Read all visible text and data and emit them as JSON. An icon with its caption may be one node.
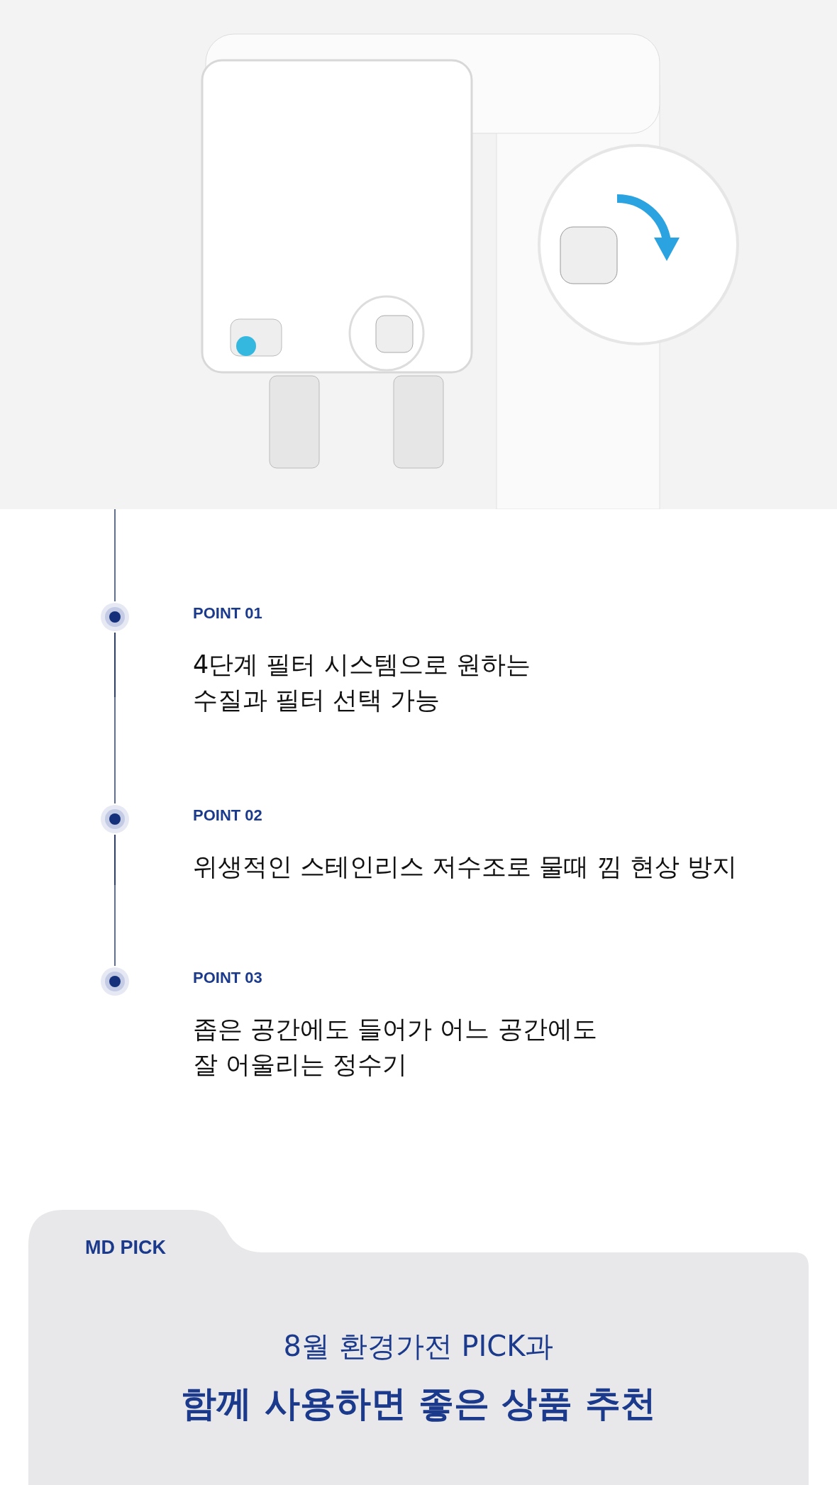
{
  "diagram": {
    "nodes": [
      {
        "text": [],
        "shape": "picture"
      },
      {
        "text": [
          "POINT 01",
          "4단계 필터 시스템으로 원하는 수질과 필터 선택 가능"
        ]
      },
      {
        "text": [
          "POINT 02",
          "위생적인 스테인리스 저수조로 물때 낌 현상 방지"
        ]
      },
      {
        "text": [
          "POINT 03",
          "좁은 공간에도 들어가 어느 공간에도 잘 어울리는 정수기"
        ]
      },
      {
        "text": [
          "MD PICK",
          "8월 환경가전 PICK과",
          "함께 사용하면 좋은 상품 추천"
        ]
      }
    ],
    "edges": [
      {
        "from": 0,
        "to": 1,
        "arrow": "none"
      },
      {
        "from": 1,
        "to": 2,
        "arrow": "none"
      },
      {
        "from": 2,
        "to": 3,
        "arrow": "none"
      }
    ]
  }
}
